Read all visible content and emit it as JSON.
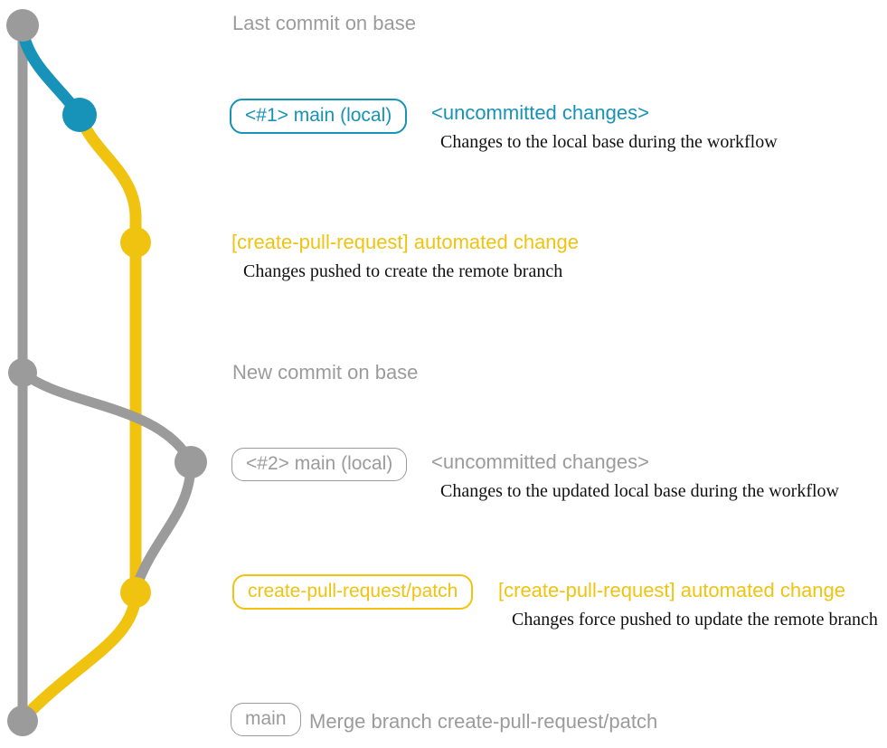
{
  "colors": {
    "gray": "#9B9B9B",
    "teal": "#1792B8",
    "yellow": "#F0C311",
    "text_dark": "#111111",
    "background": "#FFFFFF"
  },
  "diagram": {
    "type": "git-branch-graph",
    "branches": [
      {
        "name": "base",
        "color": "gray"
      },
      {
        "name": "main (local)",
        "color": "teal"
      },
      {
        "name": "create-pull-request/patch",
        "color": "yellow"
      }
    ],
    "commits": [
      {
        "id": "base-tip",
        "branch": "base",
        "color": "gray",
        "label": "Last commit on base"
      },
      {
        "id": "local-1",
        "branch": "main (local)",
        "color": "teal",
        "label": "<#1> main (local) <uncommitted changes>"
      },
      {
        "id": "patch-1",
        "branch": "create-pull-request/patch",
        "color": "yellow",
        "label": "[create-pull-request] automated change"
      },
      {
        "id": "base-new",
        "branch": "base",
        "color": "gray",
        "label": "New commit on base"
      },
      {
        "id": "local-2",
        "branch": "main (local)",
        "color": "gray",
        "label": "<#2> main (local) <uncommitted changes>"
      },
      {
        "id": "patch-2",
        "branch": "create-pull-request/patch",
        "color": "yellow",
        "label": "[create-pull-request] automated change"
      },
      {
        "id": "merge",
        "branch": "base",
        "color": "gray",
        "label": "Merge branch create-pull-request/patch"
      }
    ]
  },
  "annotations": {
    "last_commit_label": "Last commit on base",
    "row1": {
      "badge": "<#1> main (local)",
      "heading": "<uncommitted changes>",
      "caption": "Changes to the local base during the workflow"
    },
    "row2": {
      "heading": "[create-pull-request] automated change",
      "caption": "Changes pushed to create the remote branch"
    },
    "new_commit_label": "New commit on base",
    "row3": {
      "badge": "<#2> main (local)",
      "heading": "<uncommitted changes>",
      "caption": "Changes to the updated local base during the workflow"
    },
    "row4": {
      "badge": "create-pull-request/patch",
      "heading": "[create-pull-request] automated change",
      "caption": "Changes force pushed to update the remote branch"
    },
    "row5": {
      "badge": "main",
      "text": "Merge branch create-pull-request/patch"
    }
  }
}
